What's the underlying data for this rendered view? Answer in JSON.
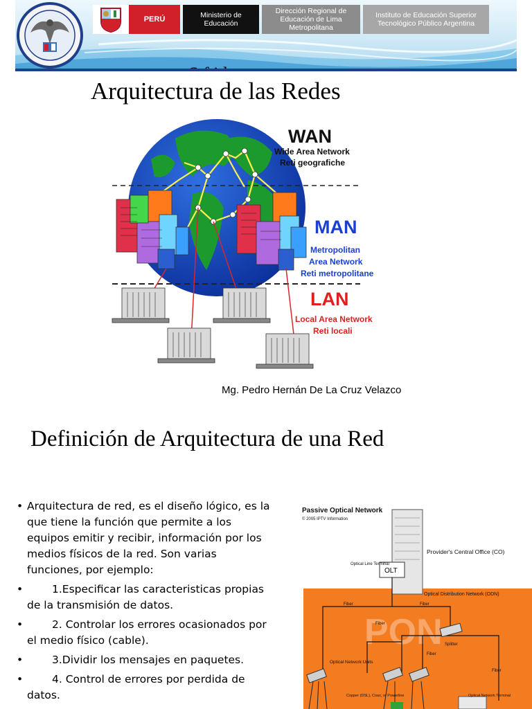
{
  "header": {
    "peru_label": "PERÚ",
    "ministry_label": "Ministerio de Educación",
    "regional_direction_label": "Dirección Regional de Educación de Lima Metropolitana",
    "institute_label": "Instituto de Educación Superior Tecnológico Público Argentina",
    "cut_off_title": "S       f i   l"
  },
  "slide1": {
    "title": "Arquitectura  de las Redes",
    "author": "Mg. Pedro Hernán De La Cruz Velazco",
    "diagram": {
      "wan_title": "WAN",
      "wan_line1": "Wide Area Network",
      "wan_line2": "Reti geografiche",
      "man_title": "MAN",
      "man_line1": "Metropolitan",
      "man_line2": "Area Network",
      "man_line3": "Reti metropolitane",
      "lan_title": "LAN",
      "lan_line1": "Local Area Network",
      "lan_line2": "Reti locali"
    }
  },
  "slide2": {
    "title": "Definición de Arquitectura de una Red",
    "bullets": [
      "Arquitectura de red, es el diseño lógico, es la que tiene la función que permite a los equipos emitir y recibir, información por los medios físicos  de la red. Son varias funciones, por ejemplo:",
      "1.Especificar las caracteristicas propias de la transmisión de datos.",
      "2. Controlar los errores ocasionados por el medio físico (cable).",
      "3.Dividir los mensajes en paquetes.",
      "4. Control de errores por perdida de datos."
    ],
    "pon_diagram": {
      "title": "Passive Optical Network",
      "credit": "© 2005 IPTV Information",
      "olt_label": "OLT",
      "olt_desc": "Optical Line Terminal",
      "co_desc": "Provider's Central Office (CO)",
      "odn_desc": "Optical Distribution Network (ODN)",
      "fiber_1": "Fiber",
      "fiber_2": "Fiber",
      "fiber_3": "Fiber",
      "fiber_4": "Fiber",
      "fiber_5": "Fiber",
      "splitter": "Splitter",
      "onu_desc": "Optical Network Units",
      "watermark": "PON",
      "copper_desc": "Copper (DSL), Coax, or Powerline",
      "ont_desc": "Optical Network Terminal"
    }
  },
  "colors": {
    "peru_red": "#d2202a",
    "wan_black": "#111111",
    "man_blue": "#1a3fd1",
    "lan_red": "#e01e1e",
    "odn_orange": "#f47c20"
  }
}
